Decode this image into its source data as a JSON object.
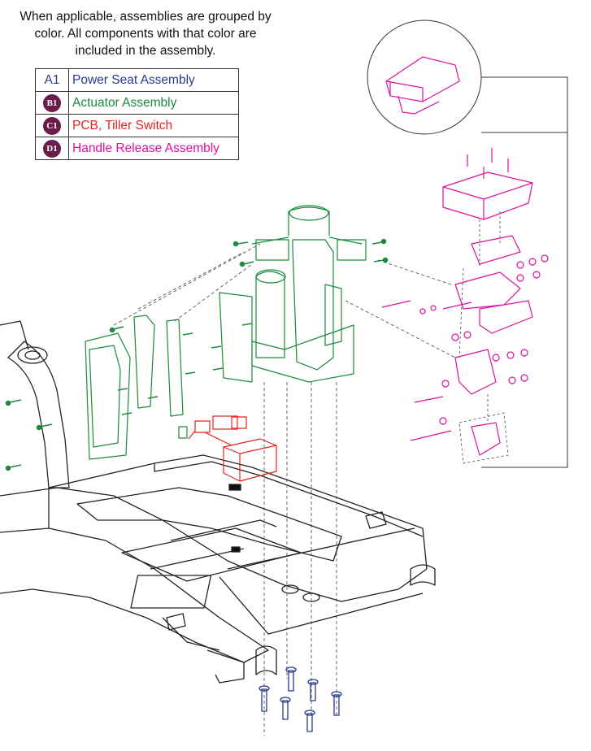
{
  "intro": {
    "text": "When applicable, assemblies are grouped by color. All components with that color are included in the assembly."
  },
  "legend": [
    {
      "code": "A1",
      "label": "Power Seat Assembly",
      "color": "#2a3b8f",
      "badge": false
    },
    {
      "code": "B1",
      "label": "Actuator Assembly",
      "color": "#1a8a3c",
      "badge": true
    },
    {
      "code": "C1",
      "label": "PCB, Tiller Switch",
      "color": "#e8231f",
      "badge": true
    },
    {
      "code": "D1",
      "label": "Handle Release Assembly",
      "color": "#e0119c",
      "badge": true
    }
  ],
  "colors": {
    "frame": "#222222",
    "actuator": "#1a8a3c",
    "pcb": "#e8231f",
    "handle": "#e0119c",
    "screws": "#2a3b8f",
    "badge": "#6b1d4a"
  }
}
